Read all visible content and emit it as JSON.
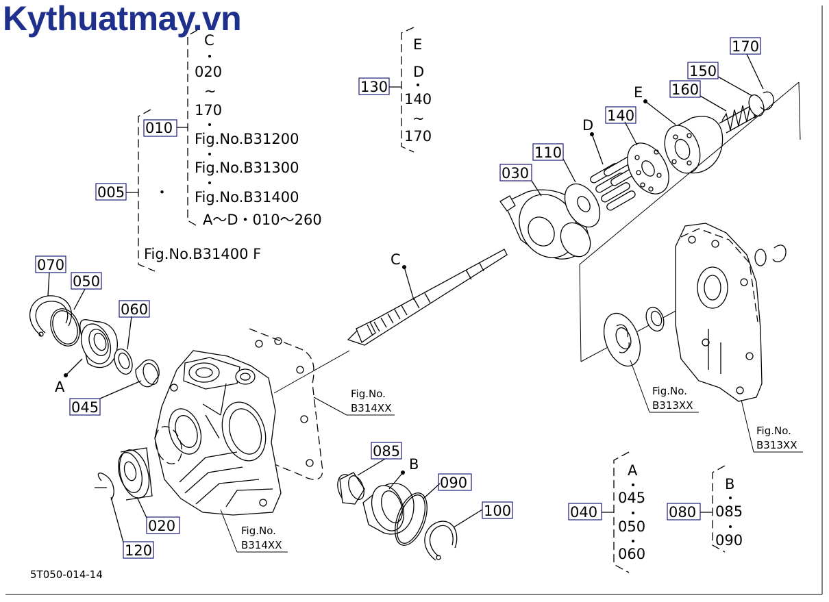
{
  "watermark": "Kythuatmay.vn",
  "drawing_code": "5T050-014-14",
  "group_010": {
    "label": "010",
    "lines": [
      "C",
      "020",
      "~",
      "170",
      "Fig.No.B31200",
      "Fig.No.B31300",
      "Fig.No.B31400",
      "A～D・010～260"
    ]
  },
  "group_005": {
    "label": "005",
    "bullet": "・",
    "line": "Fig.No.B31400  F"
  },
  "group_130": {
    "label": "130",
    "lines": [
      "E",
      "D",
      "140",
      "~",
      "170"
    ]
  },
  "group_040": {
    "label": "040",
    "lines": [
      "A",
      "045",
      "050",
      "060"
    ]
  },
  "group_080": {
    "label": "080",
    "lines": [
      "B",
      "085",
      "090"
    ]
  },
  "part_labels": {
    "p070": "070",
    "p050": "050",
    "p060": "060",
    "p045": "045",
    "p020": "020",
    "p120": "120",
    "p085": "085",
    "p090": "090",
    "p100": "100",
    "p030": "030",
    "p110": "110",
    "p140": "140",
    "p160": "160",
    "p150": "150",
    "p170": "170"
  },
  "letters": {
    "A": "A",
    "B": "B",
    "C": "C",
    "D": "D",
    "E": "E"
  },
  "fig_refs": {
    "mid_top": [
      "Fig.No.",
      "B314XX"
    ],
    "bottom": [
      "Fig.No.",
      "B314XX"
    ],
    "right_plate": [
      "Fig.No.",
      "B313XX"
    ],
    "right_housing": [
      "Fig.No.",
      "B313XX"
    ]
  }
}
